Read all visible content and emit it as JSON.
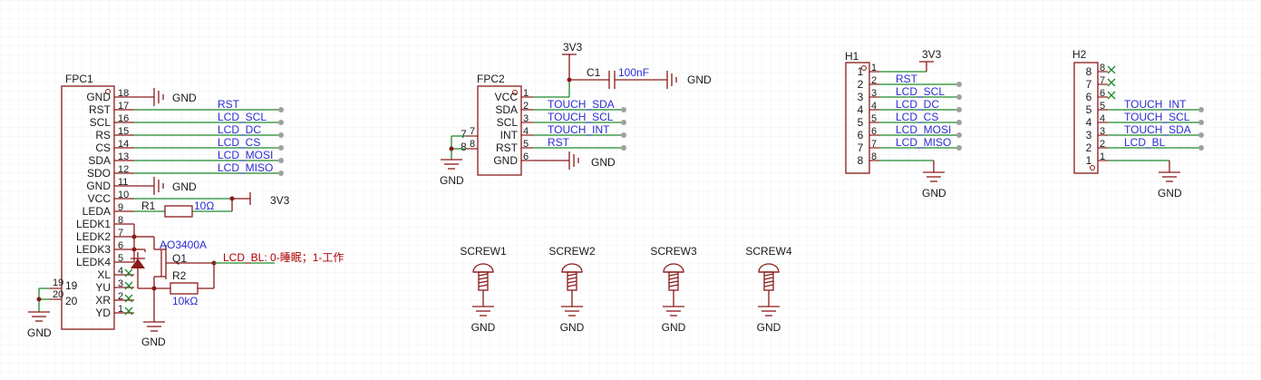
{
  "fpc1": {
    "ref": "FPC1",
    "pins": [
      {
        "name": "GND",
        "num": "18"
      },
      {
        "name": "RST",
        "num": "17"
      },
      {
        "name": "SCL",
        "num": "16"
      },
      {
        "name": "RS",
        "num": "15"
      },
      {
        "name": "CS",
        "num": "14"
      },
      {
        "name": "SDA",
        "num": "13"
      },
      {
        "name": "SDO",
        "num": "12"
      },
      {
        "name": "GND",
        "num": "11"
      },
      {
        "name": "VCC",
        "num": "10"
      },
      {
        "name": "LEDA",
        "num": "9"
      },
      {
        "name": "LEDK1",
        "num": "8"
      },
      {
        "name": "LEDK2",
        "num": "7"
      },
      {
        "name": "LEDK3",
        "num": "6"
      },
      {
        "name": "LEDK4",
        "num": "5"
      },
      {
        "name": "XL",
        "num": "4"
      },
      {
        "name": "YU",
        "num": "3"
      },
      {
        "name": "XR",
        "num": "2"
      },
      {
        "name": "YD",
        "num": "1"
      }
    ],
    "nets": [
      "RST",
      "LCD_SCL",
      "LCD_DC",
      "LCD_CS",
      "LCD_MOSI",
      "LCD_MISO"
    ],
    "gnd1": "GND",
    "gnd2": "GND",
    "vcc_net": "3V3",
    "r1_ref": "R1",
    "r1_val": "10Ω",
    "q1_part": "AO3400A",
    "q1_ref": "Q1",
    "r2_ref": "R2",
    "r2_val": "10kΩ",
    "bl_net": "LCD_BL: 0-睡眠；1-工作",
    "side_pins": [
      "19",
      "20"
    ],
    "side_pin_nums": [
      "19",
      "20"
    ],
    "gnd_left": "GND",
    "gnd_q": "GND"
  },
  "fpc2": {
    "ref": "FPC2",
    "pins": [
      {
        "name": "VCC",
        "num": "1"
      },
      {
        "name": "SDA",
        "num": "2"
      },
      {
        "name": "SCL",
        "num": "3"
      },
      {
        "name": "INT",
        "num": "4"
      },
      {
        "name": "RST",
        "num": "5"
      },
      {
        "name": "GND",
        "num": "6"
      }
    ],
    "side_pins": [
      "7",
      "8"
    ],
    "side_pin_nums": [
      "7",
      "8"
    ],
    "nets": [
      "TOUCH_SDA",
      "TOUCH_SCL",
      "TOUCH_INT",
      "RST"
    ],
    "vcc_net": "3V3",
    "c1_ref": "C1",
    "c1_val": "100nF",
    "gnd_c": "GND",
    "gnd_pin": "GND",
    "gnd_left": "GND"
  },
  "h1": {
    "ref": "H1",
    "pins": [
      "1",
      "2",
      "3",
      "4",
      "5",
      "6",
      "7",
      "8"
    ],
    "nums": [
      "1",
      "2",
      "3",
      "4",
      "5",
      "6",
      "7",
      "8"
    ],
    "nets": [
      "RST",
      "LCD_SCL",
      "LCD_DC",
      "LCD_CS",
      "LCD_MOSI",
      "LCD_MISO"
    ],
    "vcc_net": "3V3",
    "gnd": "GND"
  },
  "h2": {
    "ref": "H2",
    "pins": [
      "8",
      "7",
      "6",
      "5",
      "4",
      "3",
      "2",
      "1"
    ],
    "nums": [
      "8",
      "7",
      "6",
      "5",
      "4",
      "3",
      "2",
      "1"
    ],
    "nets": [
      "TOUCH_INT",
      "TOUCH_SCL",
      "TOUCH_SDA",
      "LCD_BL"
    ],
    "gnd": "GND"
  },
  "screws": [
    {
      "ref": "SCREW1",
      "gnd": "GND"
    },
    {
      "ref": "SCREW2",
      "gnd": "GND"
    },
    {
      "ref": "SCREW3",
      "gnd": "GND"
    },
    {
      "ref": "SCREW4",
      "gnd": "GND"
    }
  ],
  "colors": {
    "component": "#8b1a1a",
    "wire": "#1f8a2a",
    "net_label": "#2b2bd6",
    "grid": "#e6e6e6"
  }
}
